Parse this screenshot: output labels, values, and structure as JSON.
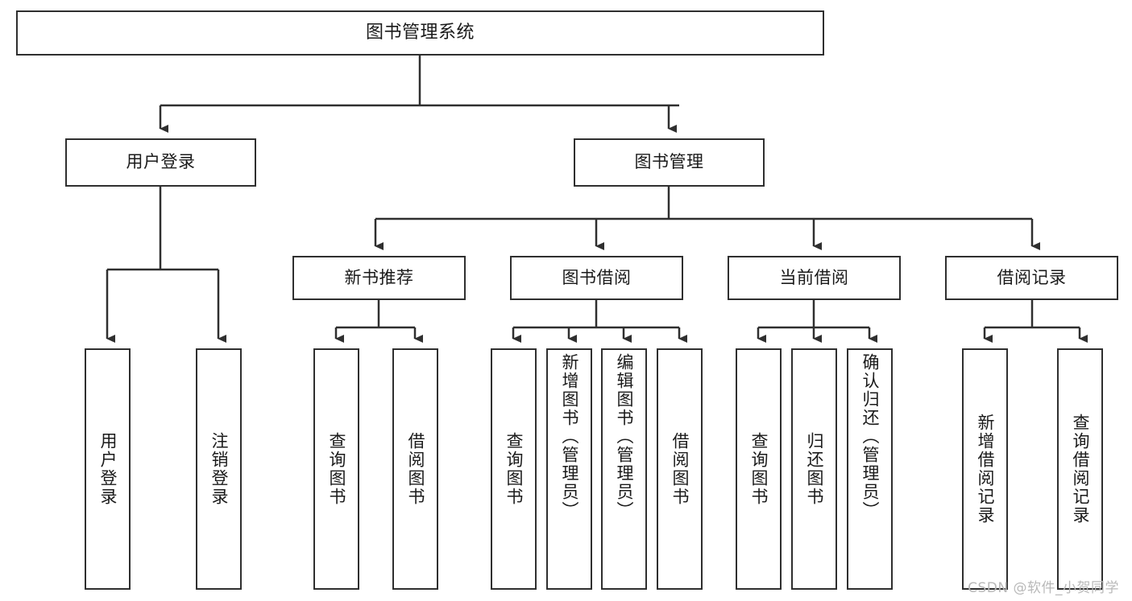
{
  "diagram": {
    "type": "tree",
    "title": "图书管理系统",
    "watermark": "CSDN @软件_小贺同学",
    "colors": {
      "stroke": "#2f2f2f",
      "fill": "#ffffff",
      "text": "#1a1a1a",
      "watermark": "#b9b9b9"
    },
    "nodes": {
      "root": "图书管理系统",
      "level1": [
        "用户登录",
        "图书管理"
      ],
      "level2": [
        "新书推荐",
        "图书借阅",
        "当前借阅",
        "借阅记录"
      ],
      "leaves": {
        "user_login": [
          "用户登录",
          "注销登录"
        ],
        "new_book": [
          "查询图书",
          "借阅图书"
        ],
        "borrow_book": [
          "查询图书",
          "新增图书（管理员）",
          "编辑图书（管理员）",
          "借阅图书"
        ],
        "current_borrow": [
          "查询图书",
          "归还图书",
          "确认归还（管理员）"
        ],
        "borrow_record": [
          "新增借阅记录",
          "查询借阅记录"
        ]
      }
    }
  }
}
